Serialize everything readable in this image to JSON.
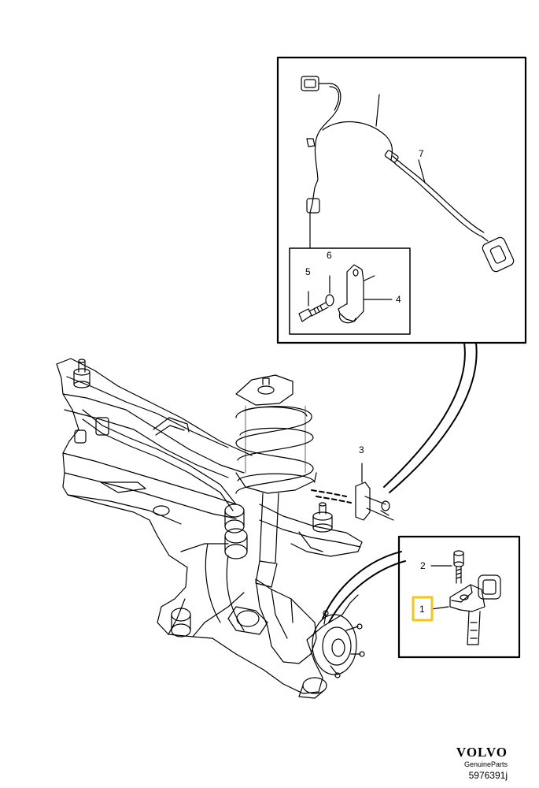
{
  "callouts": {
    "c1": "1",
    "c2": "2",
    "c3": "3",
    "c4": "4",
    "c5": "5",
    "c6": "6",
    "c7": "7"
  },
  "highlight_color": "#f5c518",
  "brand": {
    "logo": "VOLVO",
    "subtitle": "GenuineParts",
    "drawing_number": "5976391j"
  }
}
